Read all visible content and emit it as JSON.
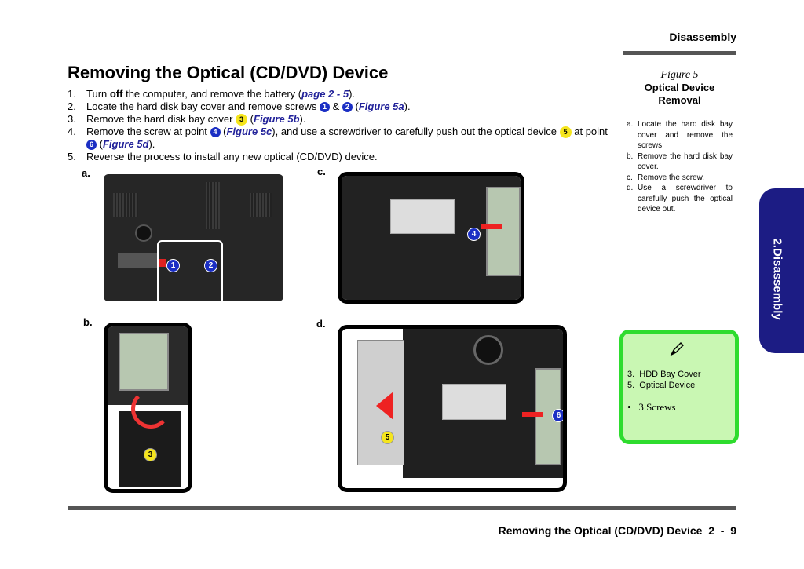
{
  "header": {
    "section": "Disassembly"
  },
  "title": "Removing the Optical (CD/DVD) Device",
  "steps": [
    {
      "num": "1.",
      "a": "Turn ",
      "b": "off",
      "c": " the computer, and remove the battery (",
      "link": "page 2 - 5",
      "d": ")."
    },
    {
      "num": "2.",
      "a": "Locate the hard disk bay cover and remove screws ",
      "b1": "1",
      "amp": " & ",
      "b2": "2",
      "c": " (",
      "link": "Figure 5a",
      "d": ")."
    },
    {
      "num": "3.",
      "a": "Remove the hard disk bay cover ",
      "b1": "3",
      "c": " (",
      "link": "Figure 5b",
      "d": ")."
    },
    {
      "num": "4.",
      "a": "Remove the screw at point ",
      "b1": "4",
      "c": " (",
      "link": "Figure 5c",
      "d": "), and use a screwdriver to carefully push out the optical device ",
      "b2": "5",
      "e": " at point ",
      "b3": "6",
      "f": " (",
      "link2": "Figure 5d",
      "g": ")."
    },
    {
      "num": "5.",
      "a": "Reverse the process to install any new optical (CD/DVD) device."
    }
  ],
  "figures": {
    "a": {
      "label": "a.",
      "markers": [
        "1",
        "2"
      ]
    },
    "b": {
      "label": "b.",
      "markers": [
        "3"
      ]
    },
    "c": {
      "label": "c.",
      "markers": [
        "4"
      ]
    },
    "d": {
      "label": "d.",
      "markers": [
        "5",
        "6"
      ]
    }
  },
  "figure_caption": {
    "number": "Figure 5",
    "title_line1": "Optical Device",
    "title_line2": "Removal",
    "items": [
      {
        "letter": "a.",
        "text": "Locate the hard disk bay cover and remove the screws."
      },
      {
        "letter": "b.",
        "text": "Remove the hard disk bay cover."
      },
      {
        "letter": "c.",
        "text": "Remove the screw."
      },
      {
        "letter": "d.",
        "text": "Use a screwdriver to carefully push the optical device out."
      }
    ]
  },
  "side_tab": "2.Disassembly",
  "note": {
    "icon": "pencil-icon",
    "items": [
      "3.  HDD Bay Cover",
      "5.  Optical Device"
    ],
    "extra": "3 Screws"
  },
  "footer": "Removing the Optical (CD/DVD) Device  2  -  9",
  "colors": {
    "link": "#22229a",
    "marker_blue": "#1b2fc4",
    "marker_yellow": "#f5e51d",
    "tab": "#1c1c84",
    "note_bg": "#c9f7b3",
    "note_border": "#2edc2e"
  }
}
